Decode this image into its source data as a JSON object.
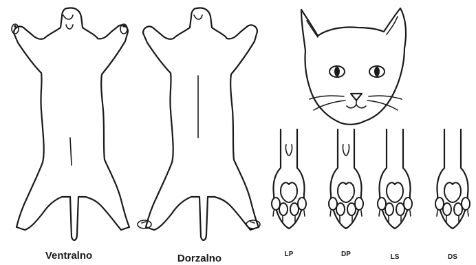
{
  "labels": {
    "ventral": "Ventralno",
    "dorsal": "Dorzalno",
    "paws": [
      "LP",
      "DP",
      "LS",
      "DS"
    ]
  }
}
